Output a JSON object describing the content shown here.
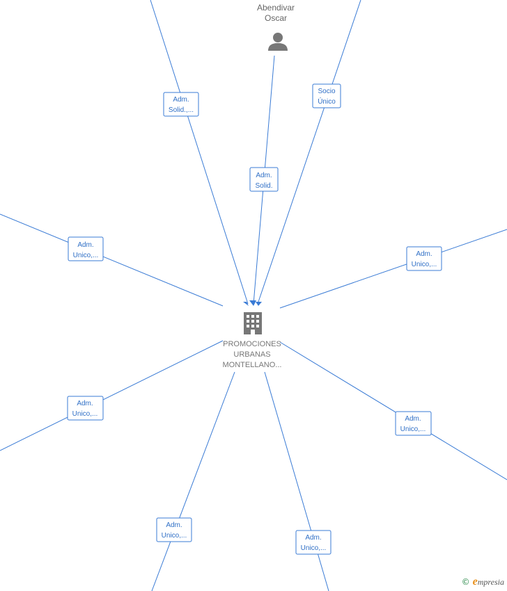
{
  "company": {
    "lines": [
      "PROMOCIONES",
      "URBANAS",
      "MONTELLANO..."
    ],
    "icon": "building-icon"
  },
  "person": {
    "lines": [
      "Abendivar",
      "Oscar"
    ],
    "icon": "person-icon"
  },
  "edge_labels": [
    {
      "id": "adm-solid-1",
      "lines": [
        "Adm.",
        "Solid.,..."
      ]
    },
    {
      "id": "adm-solid-2",
      "lines": [
        "Adm.",
        "Solid."
      ]
    },
    {
      "id": "socio-unico",
      "lines": [
        "Socio",
        "Único"
      ]
    },
    {
      "id": "adm-unico-left-upper",
      "lines": [
        "Adm.",
        "Unico,..."
      ]
    },
    {
      "id": "adm-unico-right-upper",
      "lines": [
        "Adm.",
        "Unico,..."
      ]
    },
    {
      "id": "adm-unico-left-lower",
      "lines": [
        "Adm.",
        "Unico,..."
      ]
    },
    {
      "id": "adm-unico-right-lower",
      "lines": [
        "Adm.",
        "Unico,..."
      ]
    },
    {
      "id": "adm-unico-bottom-left",
      "lines": [
        "Adm.",
        "Unico,..."
      ]
    },
    {
      "id": "adm-unico-bottom-right",
      "lines": [
        "Adm.",
        "Unico,..."
      ]
    }
  ],
  "watermark": {
    "copyright": "©",
    "brand_initial": "e",
    "brand_rest": "mpresia"
  }
}
